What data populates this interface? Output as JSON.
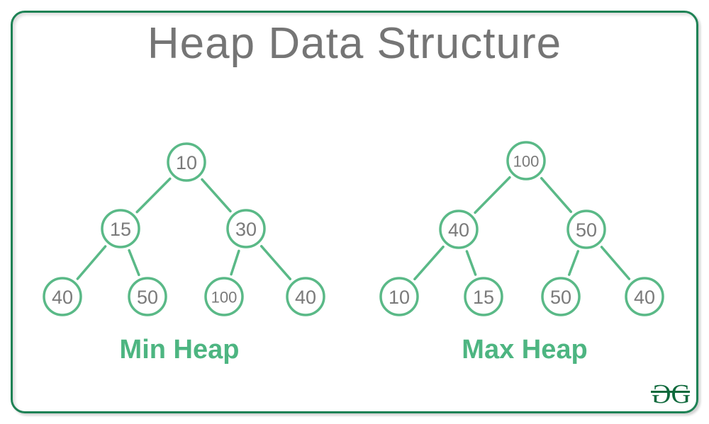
{
  "title": "Heap Data Structure",
  "colors": {
    "node_stroke_green": "#5ab987",
    "label_green": "#4db581",
    "border_green": "#1e8255",
    "logo_green": "#0e693c",
    "node_text_gray": "#7a7a7a",
    "title_gray": "#757575"
  },
  "min_heap": {
    "label": "Min Heap",
    "nodes": {
      "root": "10",
      "l": "15",
      "r": "30",
      "ll": "40",
      "lr": "50",
      "rl": "100",
      "rr": "40"
    }
  },
  "max_heap": {
    "label": "Max Heap",
    "nodes": {
      "root": "100",
      "l": "40",
      "r": "50",
      "ll": "10",
      "lr": "15",
      "rl": "50",
      "rr": "40"
    }
  },
  "logo": {
    "letter": "G"
  }
}
